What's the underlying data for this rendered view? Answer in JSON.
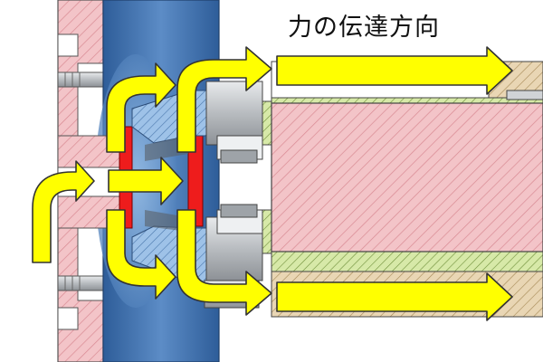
{
  "title": "力の伝達方向",
  "colors": {
    "background": "#ffffff",
    "hatch_pink": "#f3c4c8",
    "hatch_line": "#d98a93",
    "blue_plate": "#3f6ea8",
    "blue_light": "#88b3de",
    "steel": "#c9cccf",
    "steel_dark": "#7f8387",
    "green_hatch": "#d7e9a8",
    "tan_hatch": "#e9d6b4",
    "seal_red": "#ee1c1c",
    "arrow_fill": "#ffff00",
    "arrow_stroke": "#333333"
  },
  "icons": {
    "main_arrow": "force-direction-arrow",
    "curved_arrow": "curved-force-arrow"
  }
}
